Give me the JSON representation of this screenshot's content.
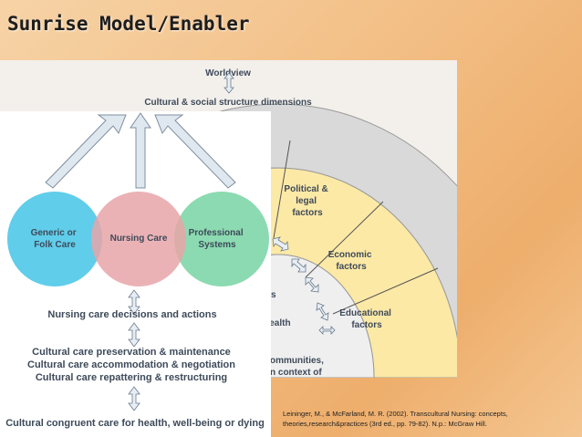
{
  "title": "Sunrise Model/Enabler",
  "diagram": {
    "worldview": "Worldview",
    "dimensions": "Cultural & social structure dimensions",
    "factors": {
      "political_1": "Political &",
      "political_2": "legal",
      "political_3": "factors",
      "economic_1": "Economic",
      "economic_2": "factors",
      "educational_1": "Educational",
      "educational_2": "factors"
    },
    "inner_fragments": {
      "s": "s",
      "health": "Health",
      "communities": "ommunities,",
      "context": "n context of"
    },
    "circles": {
      "generic_1": "Generic or",
      "generic_2": "Folk Care",
      "nursing": "Nursing Care",
      "professional_1": "Professional",
      "professional_2": "Systems"
    },
    "decisions": "Nursing care decisions and actions",
    "care_1": "Cultural care preservation & maintenance",
    "care_2": "Cultural care accommodation & negotiation",
    "care_3": "Cultural care repattering & restructuring",
    "outcome": "Cultural congruent care for health, well-being or dying"
  },
  "citation": "Leininger, M., & McFarland, M. R. (2002). Transcultural Nursing: concepts, theories,research&practices (3rd ed., pp. 79-82). N.p.: McGraw Hill.",
  "colors": {
    "generic_circle": "#4fc8e8",
    "nursing_circle": "#e8a4a8",
    "professional_circle": "#7fd6a8",
    "factor_band": "#fce9a6",
    "outer_arc": "#d9d9d9",
    "arrow": "#dfe7ef"
  }
}
